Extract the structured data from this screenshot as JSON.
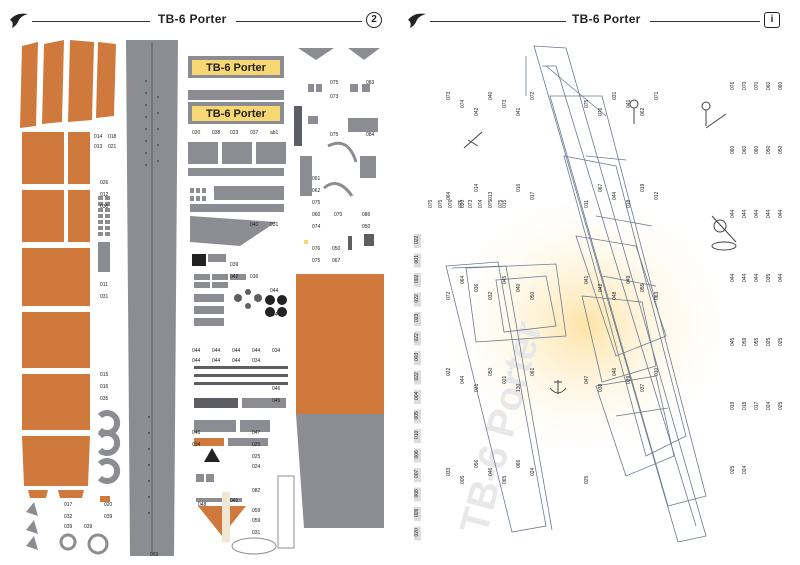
{
  "left_page": {
    "title": "TB-6 Porter",
    "page_number": "2",
    "banner_text": "TB-6 Porter",
    "part_labels": [
      "014",
      "018",
      "013",
      "021",
      "026",
      "012",
      "030",
      "011",
      "031",
      "015",
      "016",
      "035",
      "017",
      "020",
      "032",
      "039",
      "039",
      "039",
      "020",
      "038",
      "023",
      "037",
      "ab1",
      "075",
      "083",
      "073",
      "075",
      "084",
      "061",
      "062",
      "075",
      "060",
      "070",
      "086",
      "074",
      "050",
      "076",
      "050",
      "075",
      "067",
      "040",
      "031",
      "039",
      "042",
      "036",
      "044",
      "044",
      "044",
      "044",
      "044",
      "044",
      "044",
      "044",
      "044",
      "034",
      "034",
      "046",
      "045",
      "046",
      "047",
      "034",
      "025",
      "025",
      "024",
      "048",
      "041",
      "082",
      "059",
      "059",
      "031",
      "059"
    ],
    "colors": {
      "orange": "#cf7a3c",
      "gray": "#8c8d93",
      "dark_gray": "#5d5e63",
      "yellow": "#f7d774"
    }
  },
  "right_page": {
    "title": "TB-6 Porter",
    "page_number": "i",
    "watermark": "TB-6 Porter",
    "labels_col_a": [
      "022",
      "001",
      "002",
      "022",
      "023",
      "022",
      "003",
      "022",
      "004",
      "005",
      "010",
      "006",
      "007",
      "008",
      "009",
      "020"
    ],
    "labels_col_b": [
      "075",
      "075",
      "076",
      "075",
      "073",
      "074",
      "075",
      "075"
    ],
    "labels_scatter": [
      "073",
      "074",
      "042",
      "040",
      "073",
      "041",
      "072",
      "075",
      "076",
      "031",
      "041",
      "062",
      "071",
      "064",
      "020",
      "014",
      "013",
      "015",
      "016",
      "017",
      "011",
      "067",
      "044",
      "018",
      "019",
      "012",
      "072",
      "064",
      "036",
      "032",
      "045",
      "040",
      "050",
      "041",
      "042",
      "048",
      "049",
      "055",
      "063",
      "022",
      "044",
      "031",
      "050",
      "021",
      "130",
      "061",
      "047",
      "038",
      "046",
      "039",
      "037",
      "010",
      "033",
      "005",
      "056",
      "046",
      "065",
      "066",
      "024",
      "025"
    ],
    "labels_right": [
      "076",
      "070",
      "070",
      "060",
      "060",
      "060",
      "060",
      "060",
      "050",
      "050",
      "044",
      "044",
      "044",
      "044",
      "044",
      "044",
      "044",
      "044",
      "035",
      "044",
      "045",
      "059",
      "055",
      "025",
      "025",
      "019",
      "018",
      "017",
      "024",
      "025",
      "025",
      "024"
    ],
    "colors": {
      "glow": "#fde3a5",
      "line": "#6b7a90",
      "tag_bg": "#dcdcdc"
    }
  }
}
